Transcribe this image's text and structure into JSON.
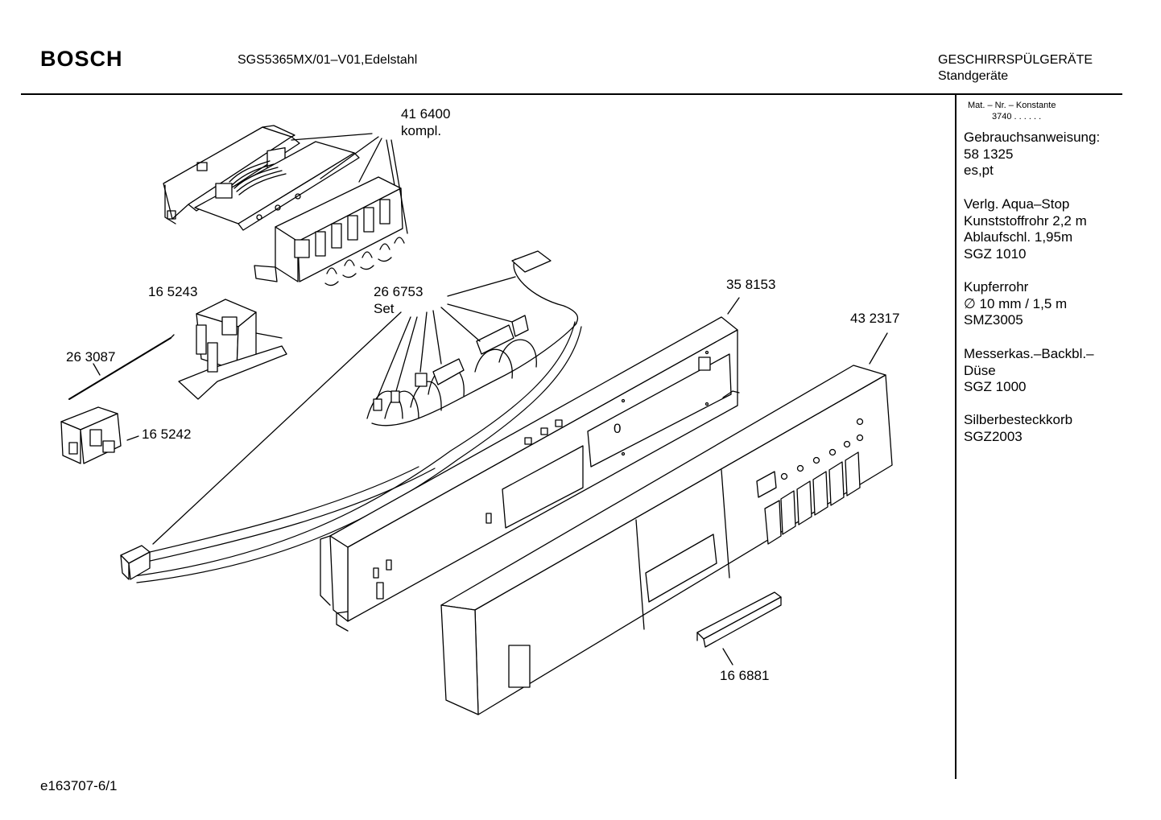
{
  "header": {
    "brand": "BOSCH",
    "model": "SGS5365MX/01–V01,Edelstahl",
    "category_line1": "GESCHIRRSPÜLGERÄTE",
    "category_line2": "Standgeräte"
  },
  "sidebar": {
    "material_header": "Mat. – Nr. – Konstante",
    "material_number": "3740 .  .  .  .  .  .",
    "blocks": [
      {
        "lines": [
          "Gebrauchsanweisung:",
          "58 1325",
          "es,pt"
        ]
      },
      {
        "lines": [
          "Verlg. Aqua–Stop",
          "Kunststoffrohr 2,2 m",
          "Ablaufschl. 1,95m",
          "SGZ 1010"
        ]
      },
      {
        "lines": [
          "Kupferrohr",
          "∅ 10 mm / 1,5 m",
          "SMZ3005"
        ]
      },
      {
        "lines": [
          "Messerkas.–Backbl.–",
          "Düse",
          "SGZ 1000"
        ]
      },
      {
        "lines": [
          "Silberbesteckkorb",
          "SGZ2003"
        ]
      }
    ]
  },
  "parts": {
    "p416400_num": "41 6400",
    "p416400_note": "kompl.",
    "p165243": "16 5243",
    "p263087": "26 3087",
    "p165242": "16 5242",
    "p266753_num": "26 6753",
    "p266753_note": "Set",
    "p358153": "35 8153",
    "p432317": "43 2317",
    "p166881": "16 6881",
    "panel_marker": "0"
  },
  "footer": {
    "drawing_id": "e163707-6/1"
  }
}
